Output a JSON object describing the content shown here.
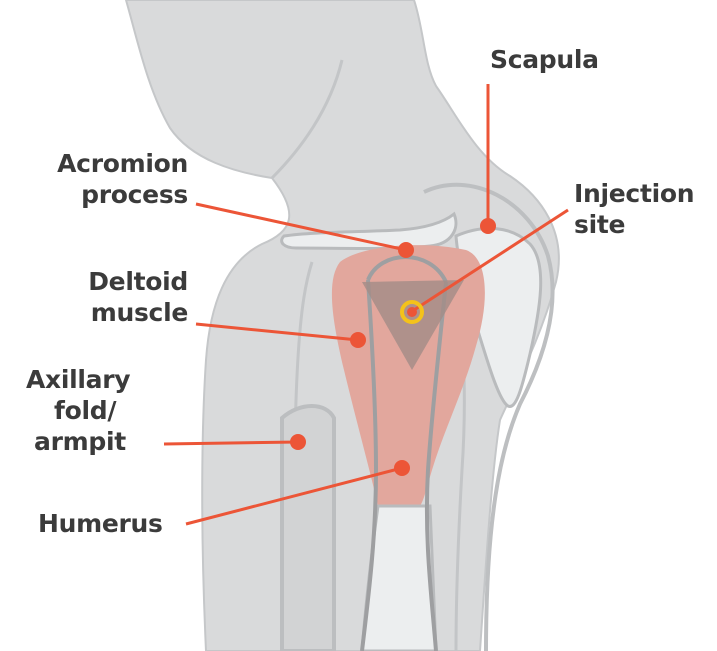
{
  "labels": {
    "scapula": "Scapula",
    "acromion_line1": "Acromion",
    "acromion_line2": "process",
    "injection_line1": "Injection",
    "injection_line2": "site",
    "deltoid_line1": "Deltoid",
    "deltoid_line2": "muscle",
    "axillary_line1": "Axillary",
    "axillary_line2": "fold/",
    "axillary_line3": "armpit",
    "humerus": "Humerus"
  },
  "colors": {
    "background": "#ffffff",
    "body_fill": "#d9dadb",
    "body_outline": "#b9bbbd",
    "bone_fill": "#eceeef",
    "muscle_fill": "#e2a79d",
    "injection_zone": "#a38c87",
    "leader_line": "#ec5537",
    "target_ring": "#f4c21a",
    "text": "#3b3b3b"
  },
  "icons": {
    "injection_target": "target-circle-icon"
  }
}
